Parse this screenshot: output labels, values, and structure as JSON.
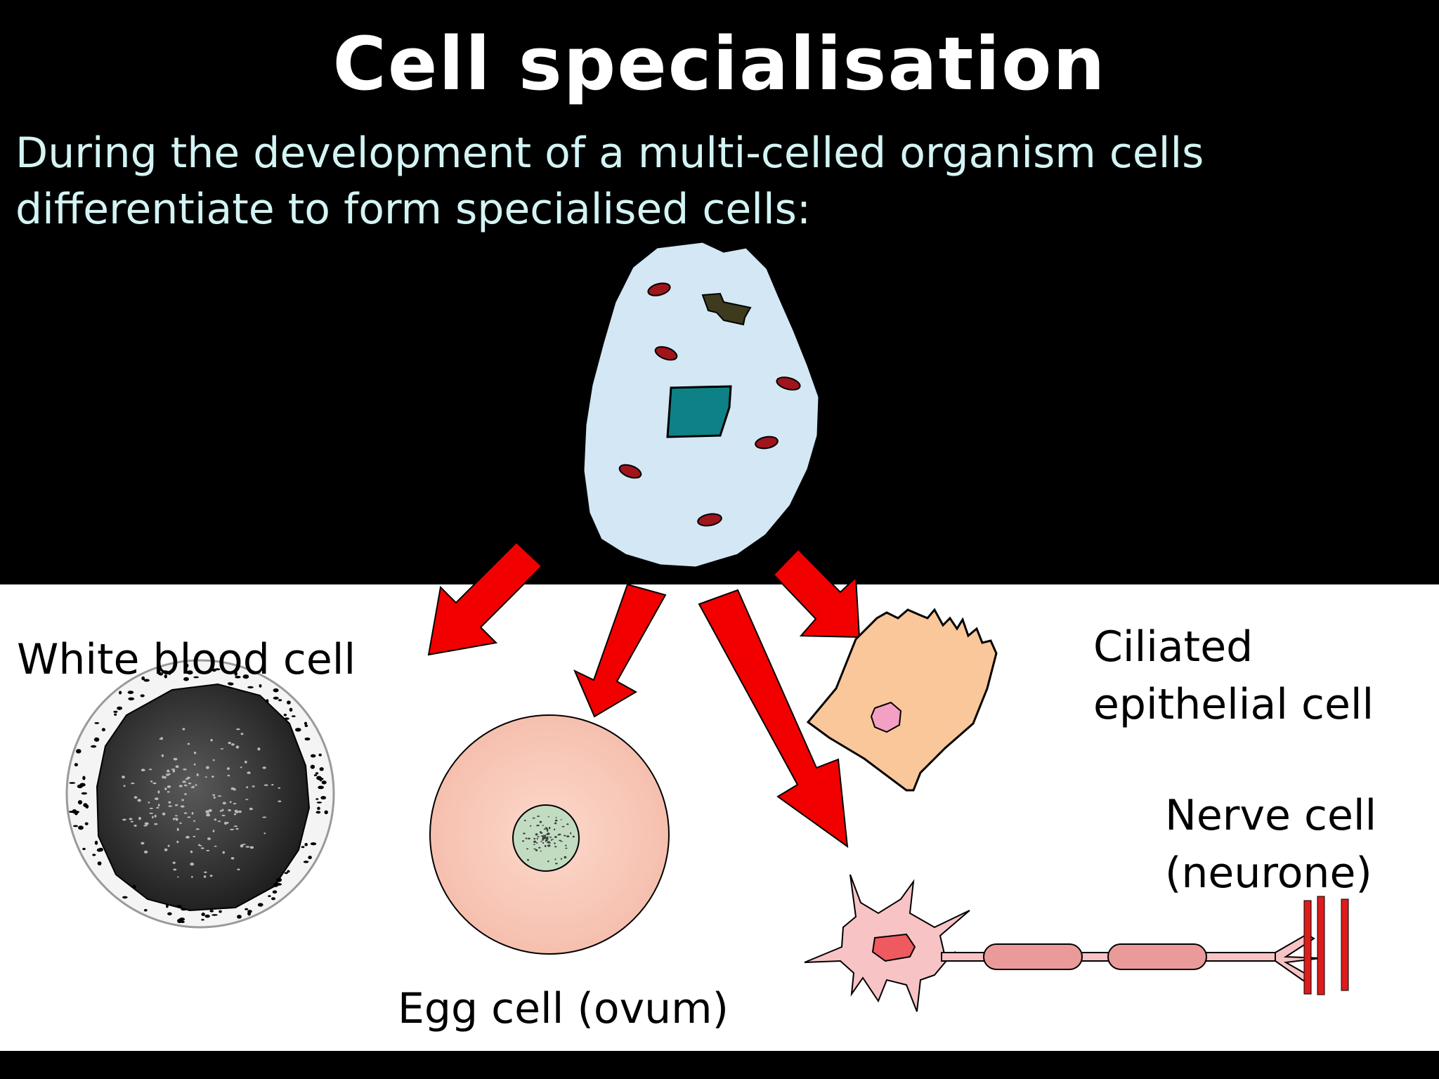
{
  "slide": {
    "title": "Cell specialisation",
    "subtitle_line1": "During the development of a multi-celled organism cells",
    "subtitle_line2": "differentiate to form specialised cells:"
  },
  "labels": {
    "white_blood_cell": "White blood cell",
    "egg_cell": "Egg cell (ovum)",
    "ciliated_line1": "Ciliated",
    "ciliated_line2": "epithelial cell",
    "nerve_line1": "Nerve cell",
    "nerve_line2": "(neurone)"
  },
  "colors": {
    "stem_cell": "#d3e7f4",
    "nucleus": "#0e8186",
    "organelle": "#a0141c",
    "arrow": "#f20000",
    "egg_cytoplasm": "#f8c6b4",
    "egg_nucleus": "#c2dcc2",
    "epithelial": "#f9c79a",
    "neurone": "#f7c3c5",
    "wbc_nucleus": "#232323"
  }
}
